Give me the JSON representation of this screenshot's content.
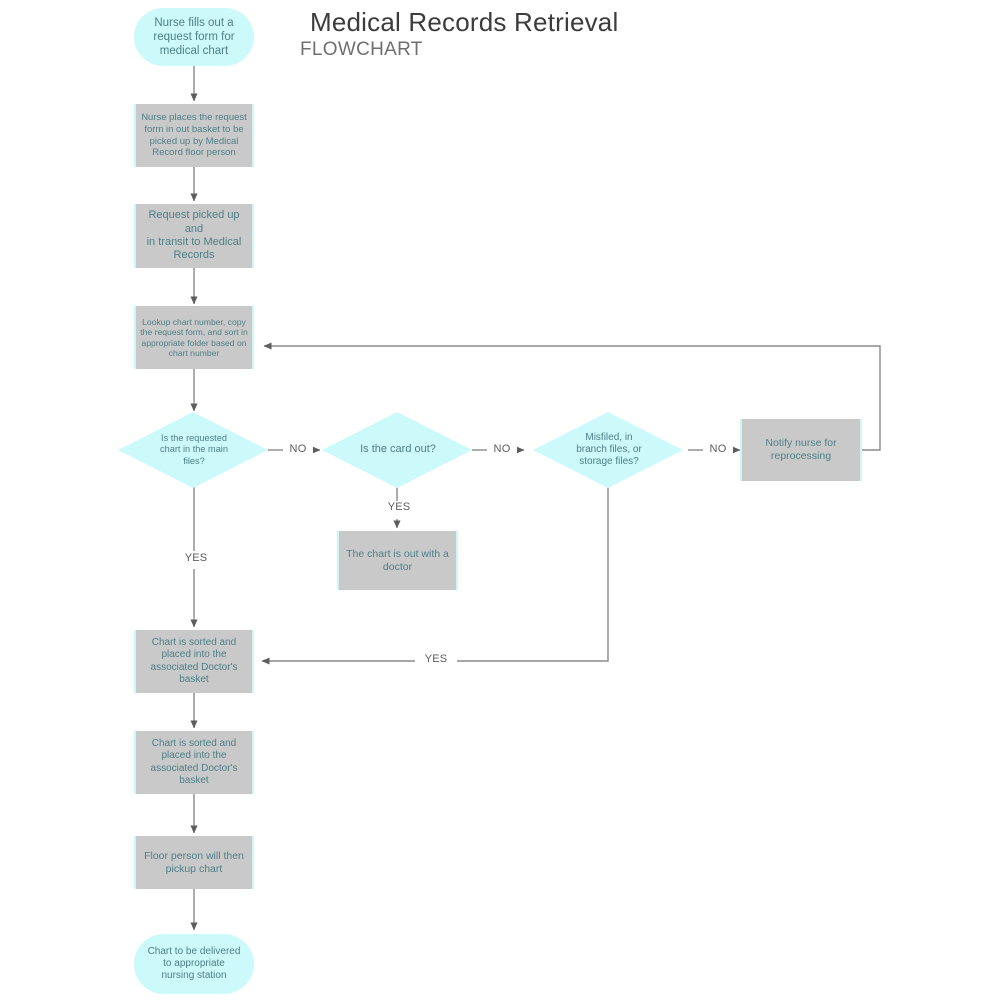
{
  "header": {
    "title": "Medical Records Retrieval",
    "subtitle": "FLOWCHART"
  },
  "colors": {
    "terminator_fill": "#ccf9f9",
    "decision_fill": "#ccf9f9",
    "process_fill": "#c9c9c9",
    "node_text": "#4d8088",
    "edge_line": "#808080",
    "edge_label_text": "#5d5d5d",
    "title_text": "#3c3c3c",
    "subtitle_text": "#6f6f6f",
    "background": "#ffffff"
  },
  "nodes": [
    {
      "id": "start",
      "type": "terminator",
      "text": "Nurse fills out a\nrequest form for\nmedical chart"
    },
    {
      "id": "place-request",
      "type": "process",
      "text": "Nurse places the request\nform in out basket to be\npicked up by Medical\nRecord floor person"
    },
    {
      "id": "picked-up",
      "type": "process",
      "text": "Request picked up and\nin transit to Medical\nRecords"
    },
    {
      "id": "lookup",
      "type": "process",
      "text": "Lookup chart number, copy\nthe request form, and sort in\nappropriate folder based on\nchart number"
    },
    {
      "id": "main-files",
      "type": "decision",
      "text": "Is the requested\nchart in the main\nfiles?"
    },
    {
      "id": "card-out",
      "type": "decision",
      "text": "Is the card out?"
    },
    {
      "id": "misfiled",
      "type": "decision",
      "text": "Misfiled, in\nbranch files, or\nstorage files?"
    },
    {
      "id": "notify-nurse",
      "type": "process",
      "text": "Notify nurse for\nreprocessing"
    },
    {
      "id": "out-with-doctor",
      "type": "process",
      "text": "The chart is out with a\ndoctor"
    },
    {
      "id": "sorted-1",
      "type": "process",
      "text": "Chart is sorted and\nplaced into the\nassociated Doctor's\nbasket"
    },
    {
      "id": "sorted-2",
      "type": "process",
      "text": "Chart is sorted and\nplaced into the\nassociated Doctor's\nbasket"
    },
    {
      "id": "floor-pickup",
      "type": "process",
      "text": "Floor person will then\npickup chart"
    },
    {
      "id": "delivered",
      "type": "terminator",
      "text": "Chart to be delivered\nto appropriate\nnursing station"
    }
  ],
  "edge_labels": {
    "main_files_no": "NO",
    "main_files_yes": "YES",
    "card_out_no": "NO",
    "card_out_yes": "YES",
    "misfiled_no": "NO",
    "misfiled_yes": "YES"
  }
}
